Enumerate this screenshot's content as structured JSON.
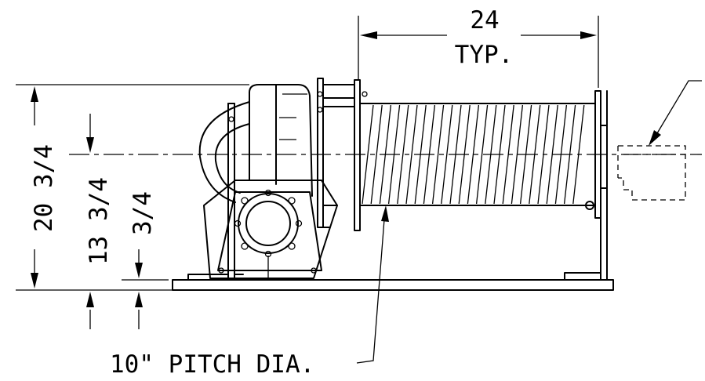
{
  "drawing": {
    "width_dim": {
      "value": "24",
      "note": "TYP."
    },
    "overall_height_dim": "20 3/4",
    "centerline_height_dim": "13 3/4",
    "base_thickness_dim": "3/4",
    "drum_callout": "10\" PITCH DIA."
  }
}
